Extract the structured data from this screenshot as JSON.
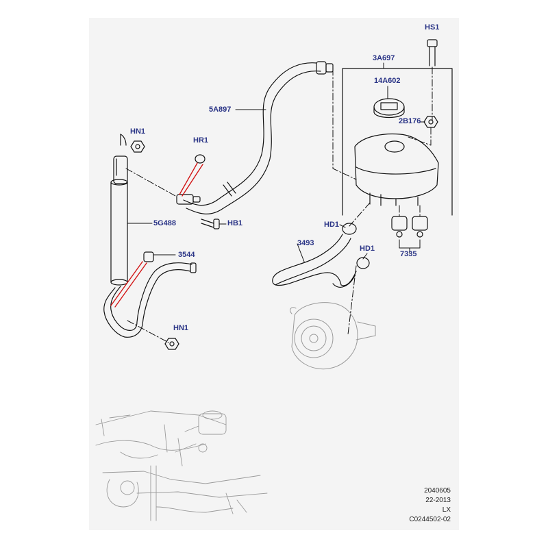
{
  "labels": {
    "hs1": "HS1",
    "a3697": "3A697",
    "a14602": "14A602",
    "b2176": "2B176",
    "a5897": "5A897",
    "hn1_top": "HN1",
    "hr1": "HR1",
    "g5488": "5G488",
    "hb1": "HB1",
    "hd1_top": "HD1",
    "p3493": "3493",
    "hd1_bottom": "HD1",
    "p3544": "3544",
    "p7335": "7335",
    "hn1_bottom": "HN1"
  },
  "meta": {
    "line1": "2040605",
    "line2": "22-2013",
    "line3": "LX",
    "line4": "C0244502-02"
  },
  "colors": {
    "label": "#2a3486",
    "leader_red": "#d21414",
    "line": "#111111",
    "background": "#f4f4f4"
  }
}
